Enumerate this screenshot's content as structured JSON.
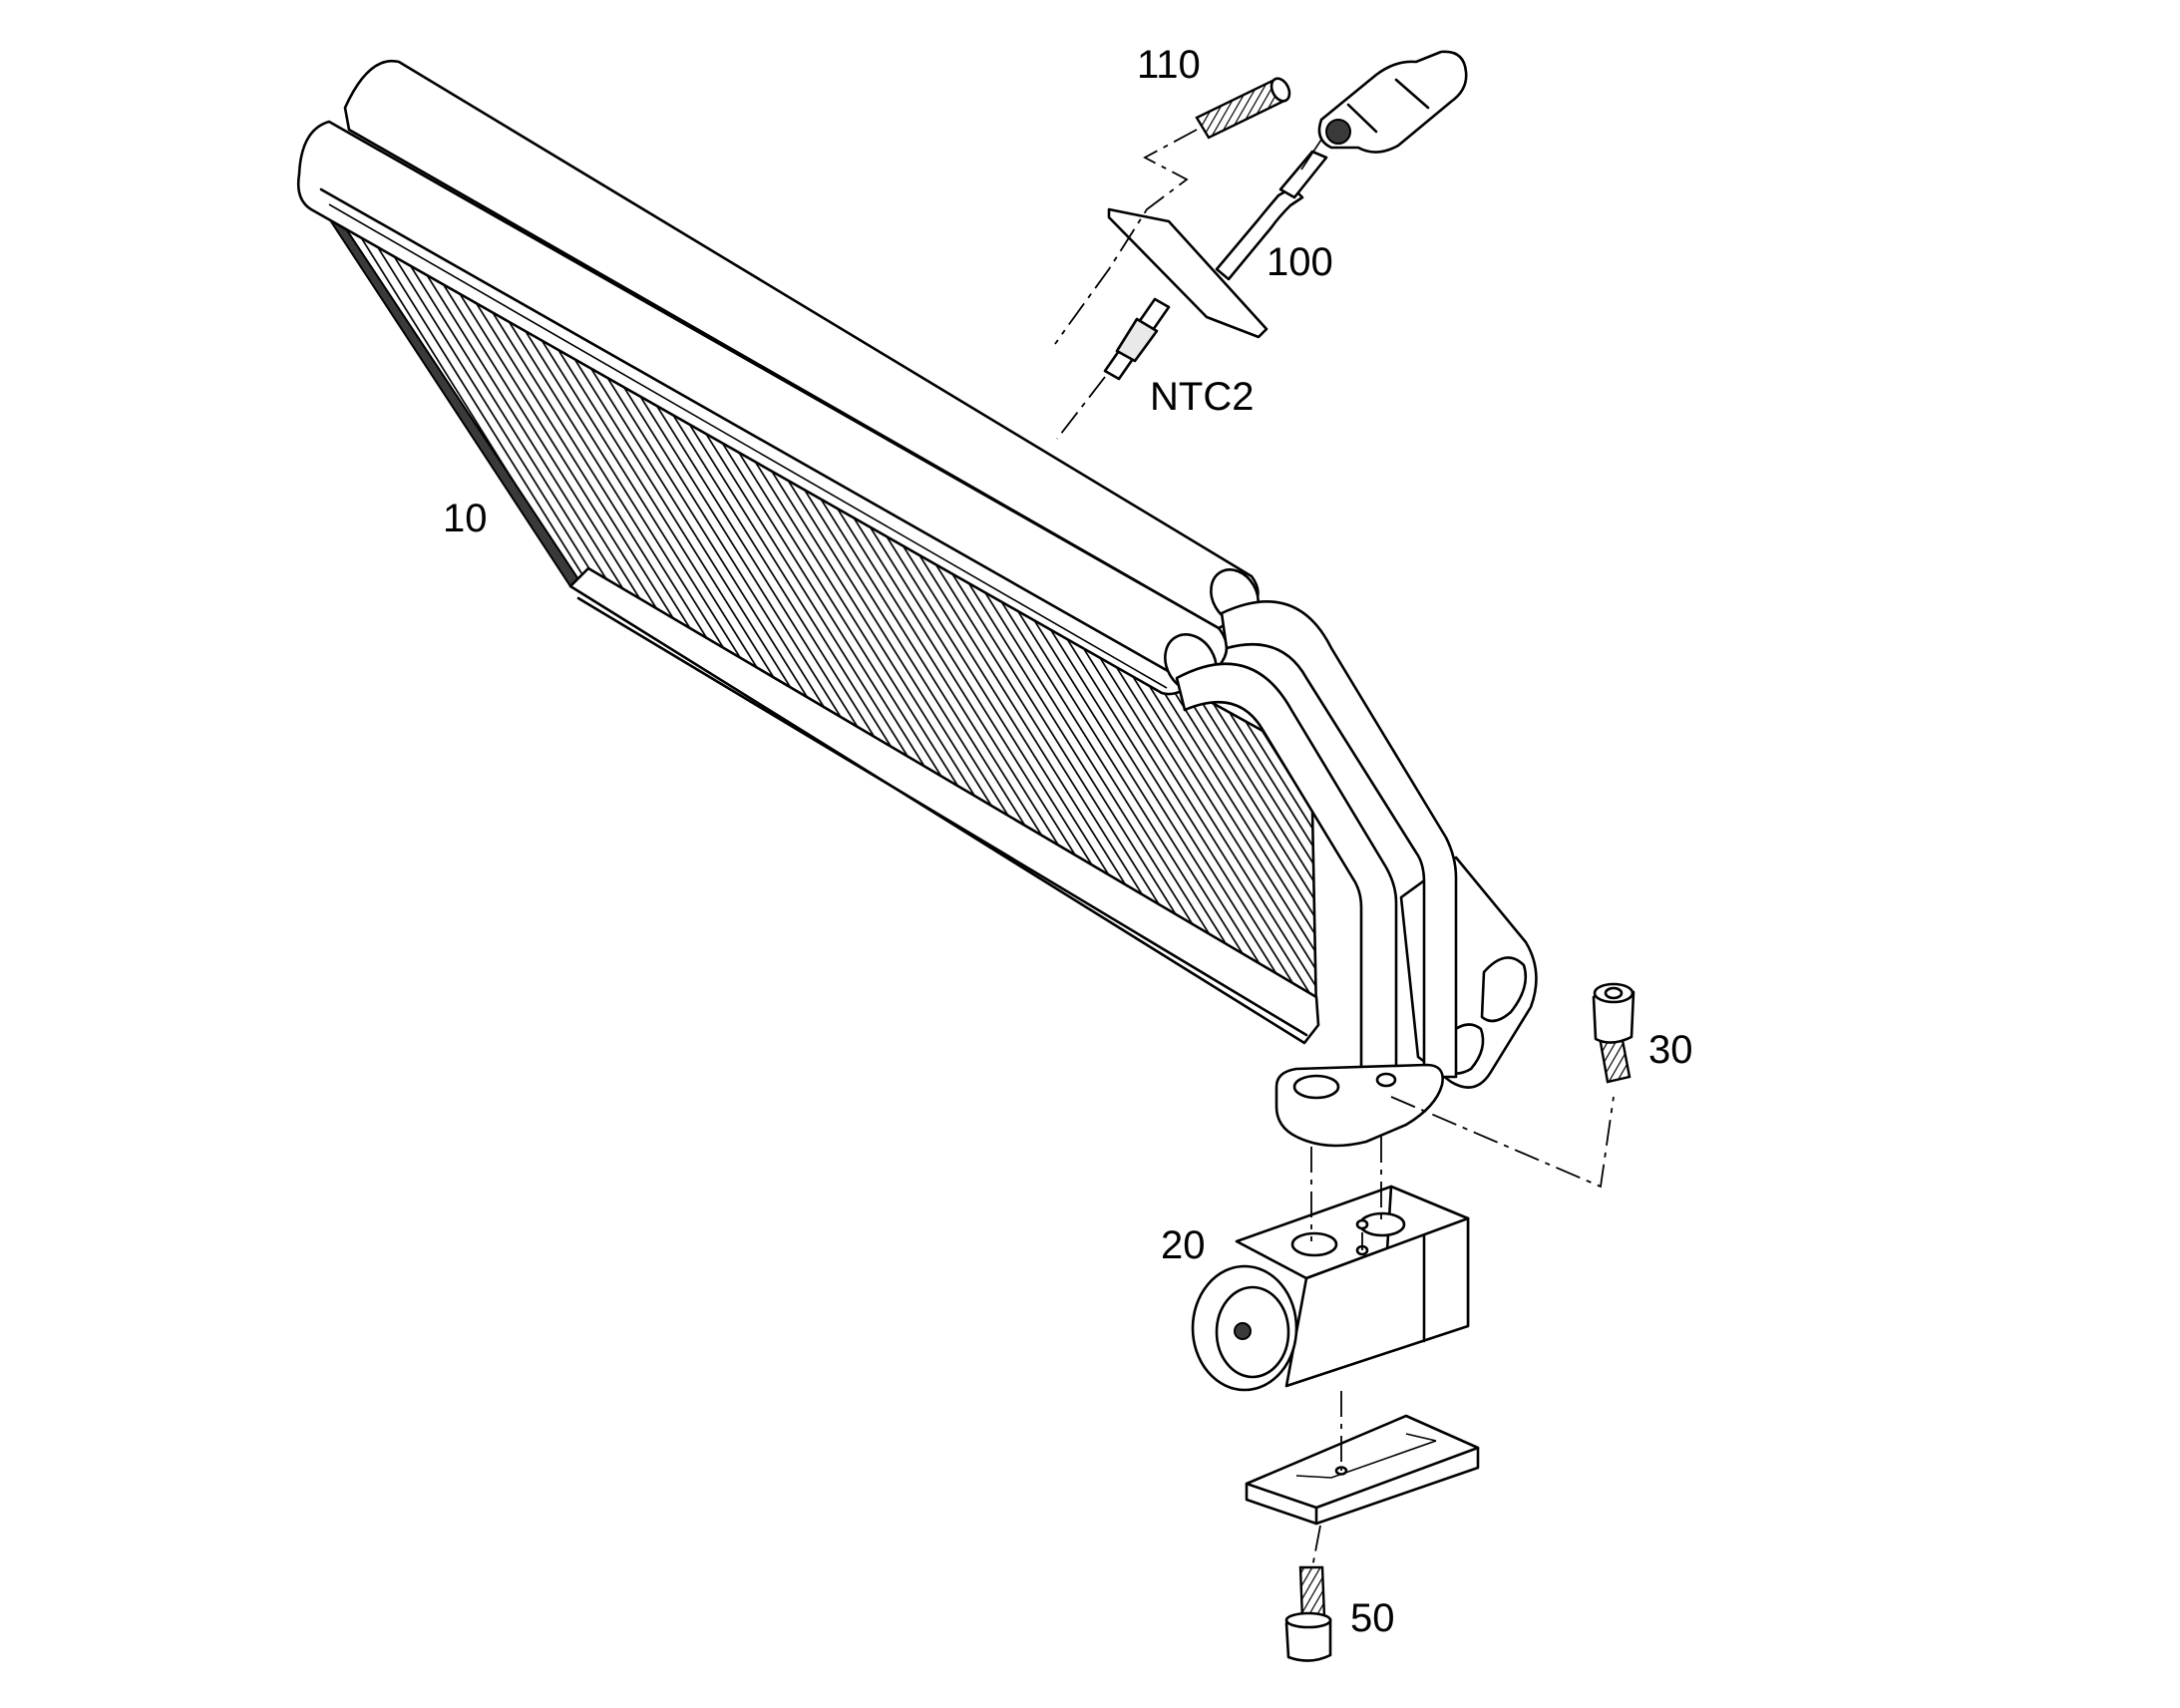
{
  "labels": {
    "p10": "10",
    "p20": "20",
    "p30": "30",
    "p50": "50",
    "p100": "100",
    "p110": "110",
    "ntc2": "NTC2"
  },
  "colors": {
    "line": "#000000",
    "background": "#ffffff"
  }
}
